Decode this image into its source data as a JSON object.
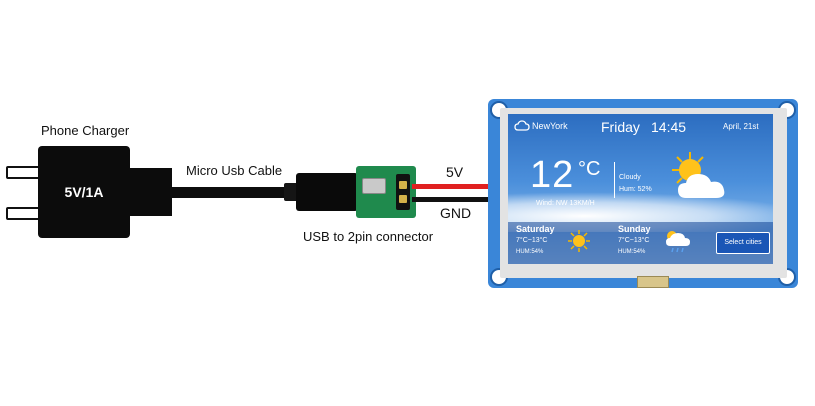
{
  "labels": {
    "phone_charger": "Phone Charger",
    "charger_rating": "5V/1A",
    "micro_usb_cable": "Micro Usb Cable",
    "usb_connector": "USB to 2pin connector",
    "wire_5v": "5V",
    "wire_gnd": "GND"
  },
  "screen": {
    "city": "NewYork",
    "day": "Friday",
    "time": "14:45",
    "date": "April, 21st",
    "temperature": "12",
    "degree_unit": "°C",
    "condition": "Cloudy",
    "humidity": "Hum: 52%",
    "wind": "Wind: NW 13KM/H",
    "forecast": [
      {
        "day": "Saturday",
        "range": "7°C~13°C",
        "humidity": "HUM:54%"
      },
      {
        "day": "Sunday",
        "range": "7°C~13°C",
        "humidity": "HUM:54%"
      }
    ],
    "select_button": "Select cities"
  },
  "colors": {
    "wire_5v": "#e02020",
    "wire_gnd": "#111111",
    "module_board": "#3a86d8",
    "pcb": "#1f8a4d"
  }
}
